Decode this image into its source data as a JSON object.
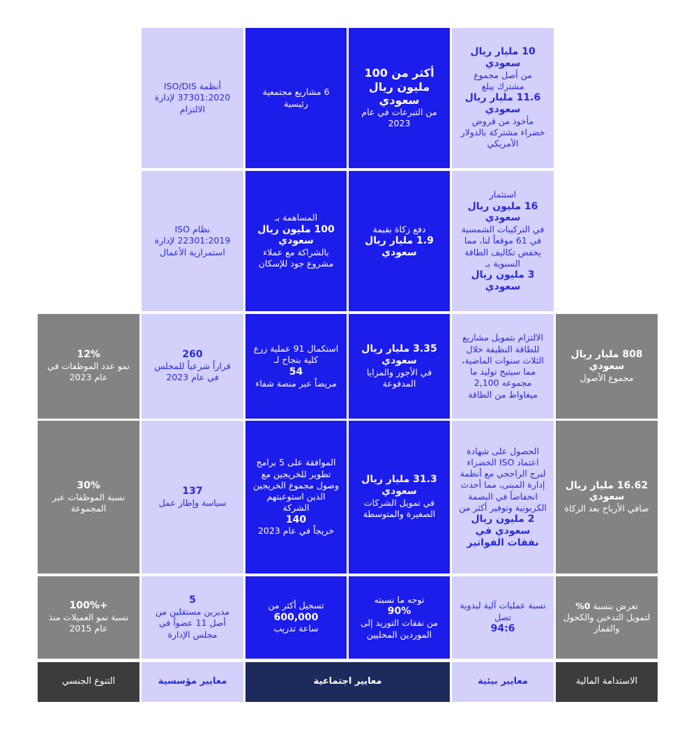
{
  "rows": {
    "r1": {
      "c_env": {
        "t1": "10 مليار ريال سعودي",
        "t2": "من أصل مجموع مشترك يبلغ",
        "t3": "11.6 مليار ريال سعودي",
        "t4": "مأخوذ من قروض خضراء مشتركة بالدولار الأمريكي"
      },
      "c_soc1": {
        "t1": "أكثر من 100 مليون ريال سعودي",
        "t2": "من التبرعات في عام 2023"
      },
      "c_soc2": {
        "t1": "6 مشاريع مجتمعية رئيسية"
      },
      "c_gov": {
        "t1": "أنظمة ISO/DIS 37301:2020 لإدارة الالتزام"
      }
    },
    "r2": {
      "c_env": {
        "t1": "استثمار",
        "t2": "16 مليون ريال سعودي",
        "t3": "في التركيبات الشمسية في 61 موقعاً لنا، مما يخفض تكاليف الطاقة السنوية بـ",
        "t4": "3 مليون ريال سعودي"
      },
      "c_soc1": {
        "t1": "دفع زكاة بقيمة",
        "t2": "1.9 مليار ريال سعودي"
      },
      "c_soc2": {
        "t1": "المساهمة بـ",
        "t2": "100 مليون ريال سعودي",
        "t3": "بالشراكة مع عملاء مشروع جود للإسكان"
      },
      "c_gov": {
        "t1": "نظام ISO 22301:2019 لإدارة استمرارية الأعمال"
      }
    },
    "r3": {
      "c_fin": {
        "t1": "808 مليار ريال سعودي",
        "t2": "مجموع الأصول"
      },
      "c_env": {
        "t1": "الالتزام بتمويل مشاريع للطاقة النظيفة خلال الثلاث سنوات الماضية، مما سيتيح توليد ما مجموعه 2,100 ميغاواط من الطاقة"
      },
      "c_soc1": {
        "t1": "3.35 مليار ريال سعودي",
        "t2": "في الأجور والمزايا المدفوعة"
      },
      "c_soc2": {
        "t1": "استكمال 91 عملية زرع كلية بنجاح لـ",
        "t2": "54",
        "t3": "مريضاً عبر منصة شفاء"
      },
      "c_gov": {
        "t1": "260",
        "t2": "قراراً شرعياً للمجلس في عام 2023"
      },
      "c_div": {
        "t1": "12%",
        "t2": "نمو عدد الموظفات في عام 2023"
      }
    },
    "r4": {
      "c_fin": {
        "t1": "16.62 مليار ريال سعودي",
        "t2": "صافي الأرباح بعد الزكاة"
      },
      "c_env": {
        "t1": "الحصول على شهادة اعتماد ISO الخضراء لبرج الراجحي مع أنظمة إدارة المبنى، مما أحدث انخفاضاً في البصمة الكربونية وتوفير أكثر من",
        "t2": "2 مليون ريال سعودي في نفقات الفواتير"
      },
      "c_soc1": {
        "t1": "31.3 مليار ريال سعودي",
        "t2": "في تمويل الشركات الصغيرة والمتوسطة"
      },
      "c_soc2": {
        "t1": "الموافقة على 5 برامج تطوير للخريجين مع وصول مجموع الخريجين الذين استوعبتهم الشركة",
        "t2": "140",
        "t3": "خريجاً في عام 2023"
      },
      "c_gov": {
        "t1": "137",
        "t2": "سياسة وإطار عمل"
      },
      "c_div": {
        "t1": "30%",
        "t2": "نسبة الموظفات عبر المجموعة"
      }
    },
    "r5": {
      "c_fin": {
        "t1": "تعرض بنسبة",
        "t2": "0%",
        "t3": "لتمويل التدخين والكحول والقمار"
      },
      "c_env": {
        "t1": "نسبة عمليات آلية ليدوية تصل",
        "t2": "94:6"
      },
      "c_soc1": {
        "t1": "توجه ما نسبته",
        "t2": "90%",
        "t3": "من نفقات التوريد إلى الموردين المحليين"
      },
      "c_soc2": {
        "t1": "تسجيل أكثر من",
        "t2": "600,000",
        "t3": "ساعة تدريب"
      },
      "c_gov": {
        "t1": "5",
        "t2": "مديرين مستقلين من أصل 11 عضواً في مجلس الإدارة"
      },
      "c_div": {
        "t1": "+100%",
        "t2": "نسبة نمو العميلات منذ عام 2015"
      }
    }
  },
  "footer": {
    "financial": "الاستدامة المالية",
    "environmental": "معايير بيئية",
    "social": "معايير اجتماعية",
    "governance": "معايير مؤسسية",
    "diversity": "التنوع الجنسي"
  }
}
